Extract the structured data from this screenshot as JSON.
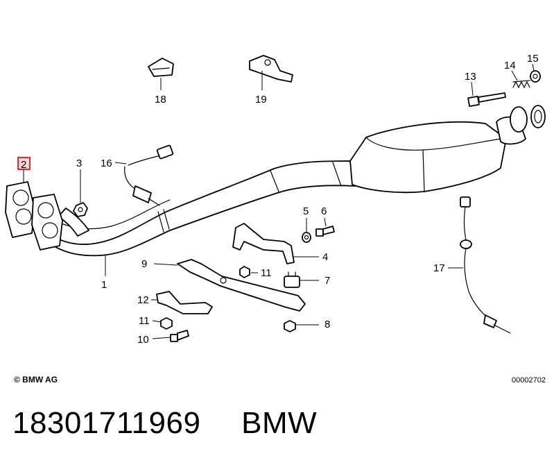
{
  "diagram": {
    "copyright": "© BMW AG",
    "doc_number": "00002702",
    "highlighted_label": "2",
    "labels": [
      "1",
      "2",
      "3",
      "4",
      "5",
      "6",
      "7",
      "8",
      "9",
      "10",
      "11",
      "11",
      "12",
      "13",
      "14",
      "15",
      "16",
      "17",
      "18",
      "19"
    ]
  },
  "caption": {
    "part_number": "18301711969",
    "brand": "BMW"
  },
  "colors": {
    "highlight": "#cc0000",
    "highlight_fill": "#f4d6d6",
    "line": "#000000"
  }
}
